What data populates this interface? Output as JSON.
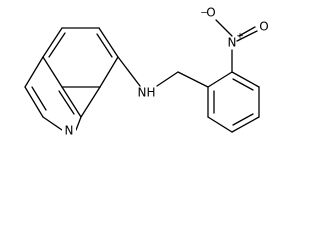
{
  "structure": {
    "atoms": {
      "quinoline_nitrogen": "N",
      "amine_nitrogen": "N",
      "amine_hydrogen": "H",
      "nitro_nitrogen": "N",
      "nitro_oxygen_single": "O",
      "nitro_oxygen_double": "O",
      "nitrogen_charge": "+",
      "oxygen_charge": "−"
    }
  }
}
